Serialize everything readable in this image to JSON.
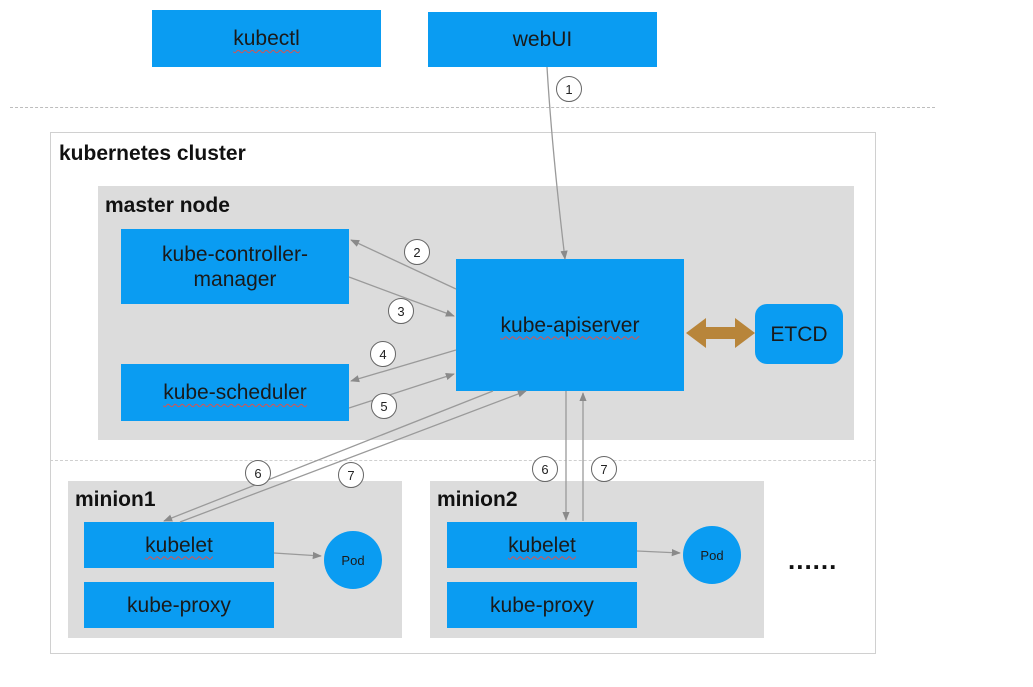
{
  "top": {
    "kubectl": "kubectl",
    "webui": "webUI"
  },
  "cluster": {
    "title": "kubernetes cluster"
  },
  "master": {
    "title": "master node",
    "controller_manager": "kube-controller-\nmanager",
    "scheduler": "kube-scheduler",
    "apiserver": "kube-apiserver",
    "etcd": "ETCD"
  },
  "minion1": {
    "title": "minion1",
    "kubelet": "kubelet",
    "proxy": "kube-proxy",
    "pod": "Pod"
  },
  "minion2": {
    "title": "minion2",
    "kubelet": "kubelet",
    "proxy": "kube-proxy",
    "pod": "Pod"
  },
  "more": "......",
  "steps": {
    "s1": "1",
    "s2": "2",
    "s3": "3",
    "s4": "4",
    "s5": "5",
    "s6a": "6",
    "s7a": "7",
    "s6b": "6",
    "s7b": "7"
  },
  "colors": {
    "component": "#0a9cf2",
    "etcd_link": "#b8853a",
    "region": "#dcdcdc"
  }
}
